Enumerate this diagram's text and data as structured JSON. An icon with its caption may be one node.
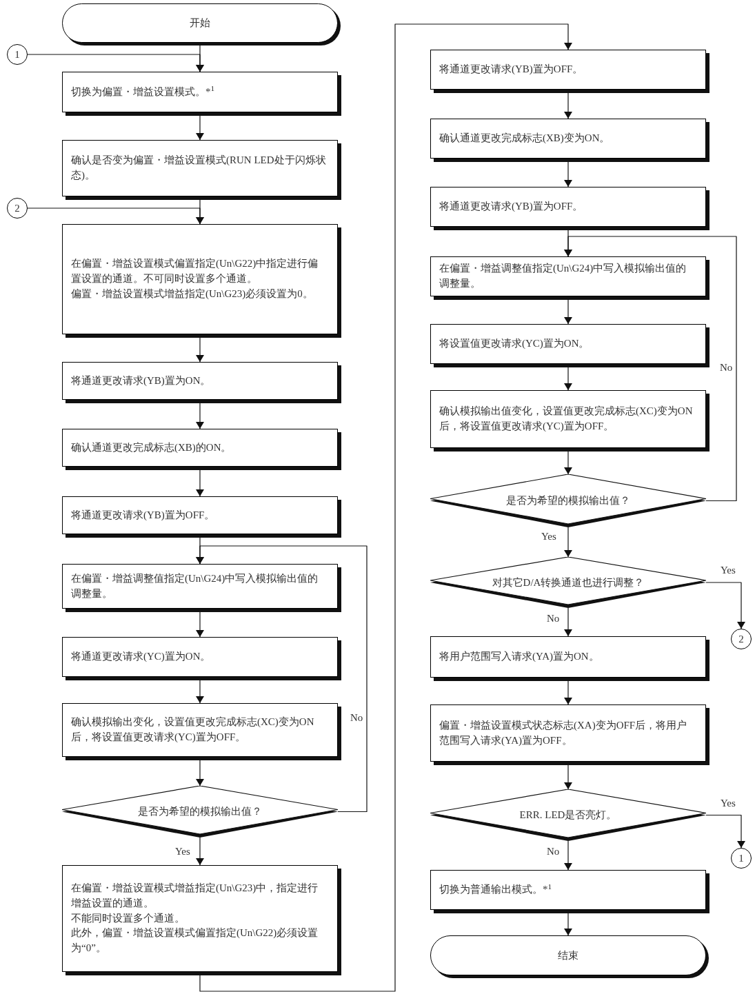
{
  "diagram": {
    "nodes": [
      {
        "text": [
          "开始"
        ]
      },
      {
        "text": [
          "1"
        ]
      },
      {
        "text": [
          "切换为偏置・增益设置模式。*$^{1}$"
        ]
      },
      {
        "text": [
          "确认是否变为偏置・增益设置模式(RUN LED处于闪烁状态)。"
        ]
      },
      {
        "text": [
          "2"
        ]
      },
      {
        "text": [
          "在偏置・增益设置模式偏置指定(Un\\G22)中指定进行偏置设置的通道。不可同时设置多个通道。",
          "偏置・增益设置模式增益指定(Un\\G23)必须设置为0。"
        ]
      },
      {
        "text": [
          "将通道更改请求(YB)置为ON。"
        ]
      },
      {
        "text": [
          "确认通道更改完成标志(XB)的ON。"
        ]
      },
      {
        "text": [
          "将通道更改请求(YB)置为OFF。"
        ]
      },
      {
        "text": [
          "在偏置・增益调整值指定(Un\\G24)中写入模拟输出值的调整量。"
        ]
      },
      {
        "text": [
          "将通道更改请求(YC)置为ON。"
        ]
      },
      {
        "text": [
          "确认模拟输出变化，设置值更改完成标志(XC)变为ON后，将设置值更改请求(YC)置为OFF。"
        ]
      },
      {
        "text": [
          "是否为希望的模拟输出值？"
        ]
      },
      {
        "text": [
          "在偏置・增益设置模式增益指定(Un\\G23)中，指定进行增益设置的通道。",
          "不能同时设置多个通道。",
          "此外，偏置・增益设置模式偏置指定(Un\\G22)必须设置为“0”。"
        ]
      },
      {
        "text": [
          "将通道更改请求(YB)置为OFF。"
        ]
      },
      {
        "text": [
          "确认通道更改完成标志(XB)变为ON。"
        ]
      },
      {
        "text": [
          "将通道更改请求(YB)置为OFF。"
        ]
      },
      {
        "text": [
          "在偏置・增益调整值指定(Un\\G24)中写入模拟输出值的调整量。"
        ]
      },
      {
        "text": [
          "将设置值更改请求(YC)置为ON。"
        ]
      },
      {
        "text": [
          "确认模拟输出值变化，设置值更改完成标志(XC)变为ON后，将设置值更改请求(YC)置为OFF。"
        ]
      },
      {
        "text": [
          "是否为希望的模拟输出值？"
        ]
      },
      {
        "text": [
          "对其它D/A转换通道也进行调整？"
        ]
      },
      {
        "text": [
          "将用户范围写入请求(YA)置为ON。"
        ]
      },
      {
        "text": [
          "偏置・增益设置模式状态标志(XA)变为OFF后，将用户范围写入请求(YA)置为OFF。"
        ]
      },
      {
        "text": [
          "ERR. LED是否亮灯。"
        ]
      },
      {
        "text": [
          "切换为普通输出模式。*$^{1}$"
        ]
      },
      {
        "text": [
          "结束"
        ]
      },
      {
        "text": [
          "2"
        ]
      },
      {
        "text": [
          "1"
        ]
      }
    ],
    "edges": [
      {
        "from": 0,
        "to": 2,
        "arrow": "to"
      },
      {
        "from": 1,
        "to": 2,
        "arrow": "to"
      },
      {
        "from": 2,
        "to": 3,
        "arrow": "to"
      },
      {
        "from": 3,
        "to": 5,
        "arrow": "to"
      },
      {
        "from": 4,
        "to": 5,
        "arrow": "to"
      },
      {
        "from": 5,
        "to": 6,
        "arrow": "to"
      },
      {
        "from": 6,
        "to": 7,
        "arrow": "to"
      },
      {
        "from": 7,
        "to": 8,
        "arrow": "to"
      },
      {
        "from": 8,
        "to": 9,
        "arrow": "to"
      },
      {
        "from": 9,
        "to": 10,
        "arrow": "to"
      },
      {
        "from": 10,
        "to": 11,
        "arrow": "to"
      },
      {
        "from": 11,
        "to": 12,
        "arrow": "to"
      },
      {
        "from": 12,
        "to": 9,
        "arrow": "to",
        "label": "No"
      },
      {
        "from": 12,
        "to": 13,
        "arrow": "to",
        "label": "Yes"
      },
      {
        "from": 13,
        "to": 14,
        "arrow": "to"
      },
      {
        "from": 14,
        "to": 15,
        "arrow": "to"
      },
      {
        "from": 15,
        "to": 16,
        "arrow": "to"
      },
      {
        "from": 16,
        "to": 17,
        "arrow": "to"
      },
      {
        "from": 17,
        "to": 18,
        "arrow": "to"
      },
      {
        "from": 18,
        "to": 19,
        "arrow": "to"
      },
      {
        "from": 19,
        "to": 20,
        "arrow": "to"
      },
      {
        "from": 20,
        "to": 17,
        "arrow": "to",
        "label": "No"
      },
      {
        "from": 20,
        "to": 21,
        "arrow": "to",
        "label": "Yes"
      },
      {
        "from": 21,
        "to": 27,
        "arrow": "to",
        "label": "Yes"
      },
      {
        "from": 21,
        "to": 22,
        "arrow": "to",
        "label": "No"
      },
      {
        "from": 22,
        "to": 23,
        "arrow": "to"
      },
      {
        "from": 23,
        "to": 24,
        "arrow": "to"
      },
      {
        "from": 24,
        "to": 28,
        "arrow": "to",
        "label": "Yes"
      },
      {
        "from": 24,
        "to": 25,
        "arrow": "to",
        "label": "No"
      },
      {
        "from": 25,
        "to": 26,
        "arrow": "to"
      }
    ]
  }
}
